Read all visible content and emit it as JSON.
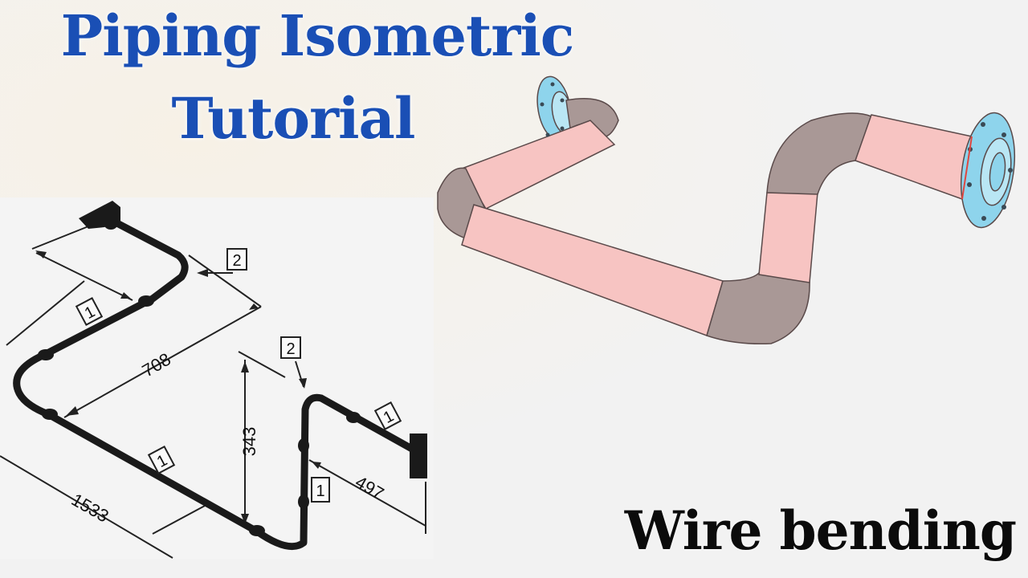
{
  "title": {
    "line1": "Piping Isometric",
    "line2": "Tutorial"
  },
  "caption": "Wire bending",
  "isometric": {
    "dimensions": {
      "d708": "708",
      "d343": "343",
      "d497": "497",
      "d1533": "1533"
    },
    "tags": {
      "t1": "1",
      "t2": "2"
    }
  },
  "colors": {
    "title": "#1a4fb5",
    "pipe_straight": "#f7c4c2",
    "pipe_bend": "#a99896",
    "flange": "#8ed4ec",
    "caption": "#0b0b0b"
  }
}
